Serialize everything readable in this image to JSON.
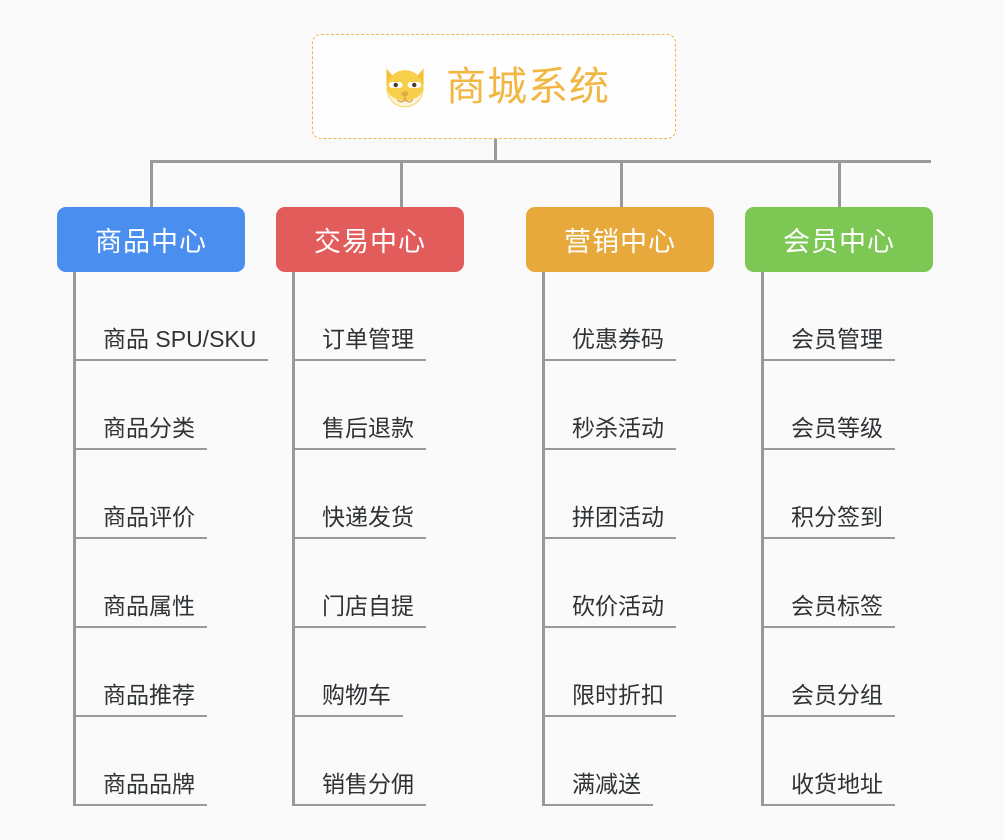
{
  "page": {
    "background_color": "#fafafa",
    "type": "mindmap"
  },
  "root": {
    "title": "商城系统",
    "icon": "dog-face-icon",
    "border_color": "#eab84d",
    "text_color": "#f2b643"
  },
  "branches": [
    {
      "title": "商品中心",
      "color": "#4a8ef0",
      "items": [
        "商品 SPU/SKU",
        "商品分类",
        "商品评价",
        "商品属性",
        "商品推荐",
        "商品品牌"
      ]
    },
    {
      "title": "交易中心",
      "color": "#e35c5c",
      "items": [
        "订单管理",
        "售后退款",
        "快递发货",
        "门店自提",
        "购物车",
        "销售分佣"
      ]
    },
    {
      "title": "营销中心",
      "color": "#e8a93c",
      "items": [
        "优惠券码",
        "秒杀活动",
        "拼团活动",
        "砍价活动",
        "限时折扣",
        "满减送"
      ]
    },
    {
      "title": "会员中心",
      "color": "#7dc754",
      "items": [
        "会员管理",
        "会员等级",
        "积分签到",
        "会员标签",
        "会员分组",
        "收货地址"
      ]
    }
  ],
  "layout": {
    "branch_left_positions": [
      57,
      276,
      526,
      745
    ],
    "drop_left_positions": [
      150,
      400,
      620,
      838
    ],
    "leaf_spacing": 89,
    "connector_color": "#9a9a9a"
  }
}
